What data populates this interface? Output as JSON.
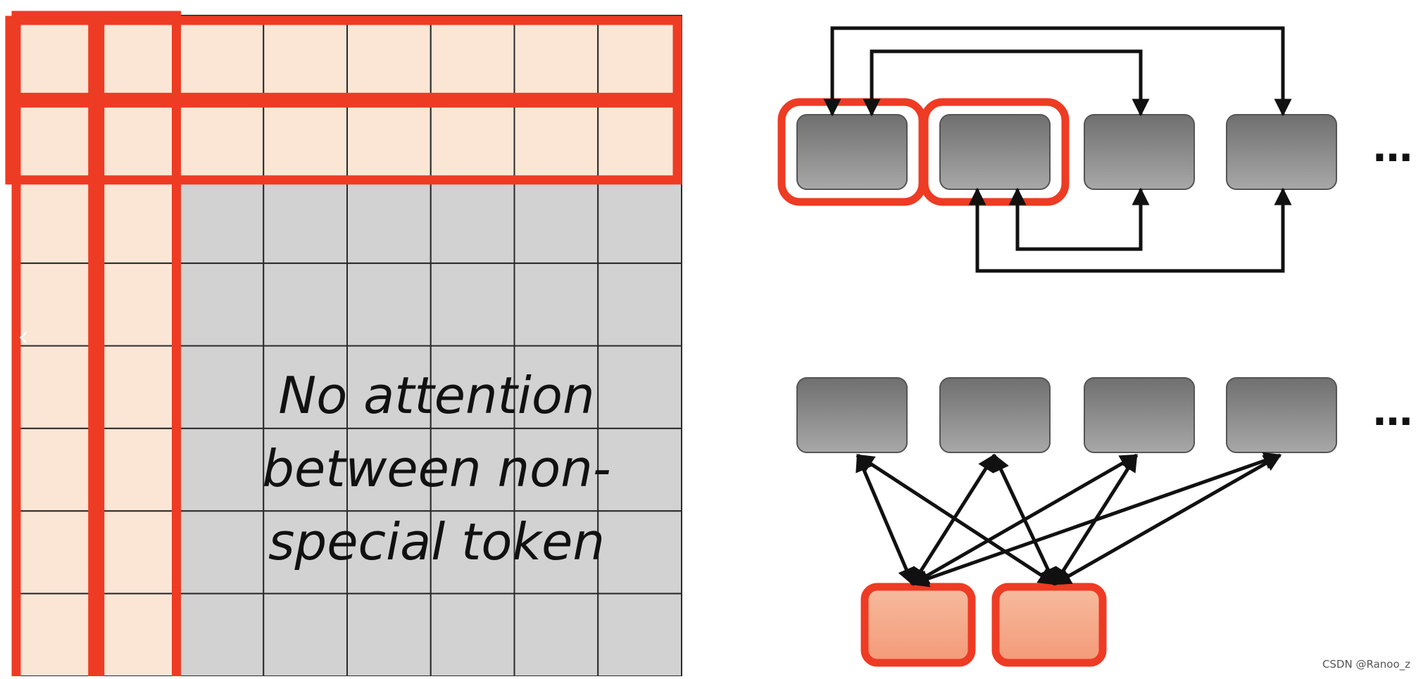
{
  "caption": {
    "line1": "No attention",
    "line2": "between non-",
    "line3": "special token"
  },
  "ellipsis_top": "…",
  "ellipsis_bottom": "…",
  "prev_arrow": "‹",
  "watermark": "CSDN @Ranoo_z",
  "colors": {
    "highlight_red": "#ee3b24",
    "special_cell": "#fbe6d6",
    "normal_cell": "#d2d2d2",
    "grid_line": "#2a2a2a",
    "node_gray": "#7d7d7d",
    "special_node": "#f4a98a"
  },
  "matrix": {
    "rows": 8,
    "cols": 8,
    "special_rows": 2,
    "special_cols": 2
  },
  "top_graph": {
    "node_count": 4,
    "special_indices": [
      0,
      1
    ]
  },
  "bottom_graph": {
    "node_count": 4,
    "special_node_count": 2
  }
}
